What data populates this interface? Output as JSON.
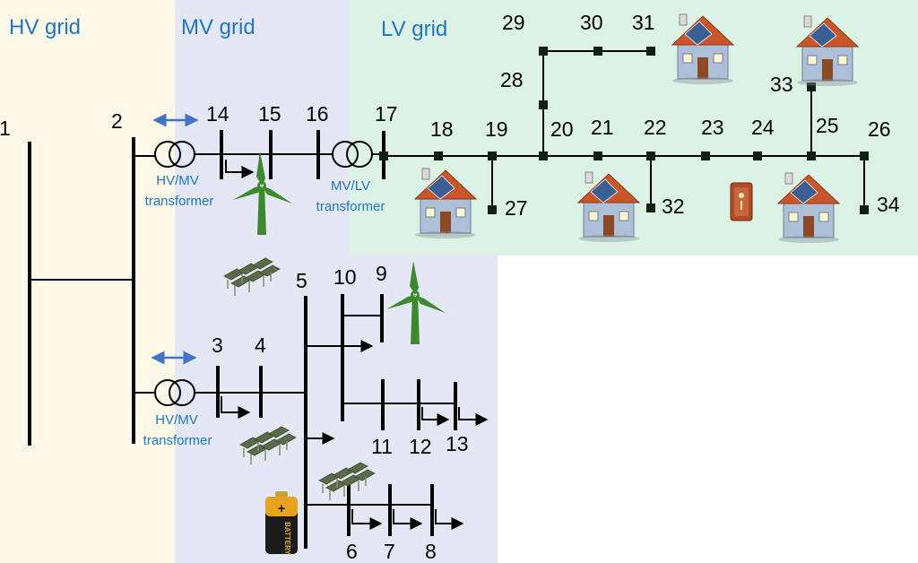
{
  "regions": {
    "hv": {
      "title": "HV grid",
      "color": "#fdf8e7"
    },
    "mv": {
      "title": "MV grid",
      "color": "#e4e8f5"
    },
    "lv": {
      "title": "LV grid",
      "color": "#dcf2e4"
    },
    "title_color": "#1f77c4"
  },
  "transformers": {
    "hv_mv_upper": {
      "line1": "HV/MV",
      "line2": "transformer"
    },
    "mv_lv": {
      "line1": "MV/LV",
      "line2": "transformer"
    },
    "hv_mv_lower": {
      "line1": "HV/MV",
      "line2": "transformer"
    }
  },
  "buses": {
    "b1": "1",
    "b2": "2",
    "b3": "3",
    "b4": "4",
    "b5": "5",
    "b6": "6",
    "b7": "7",
    "b8": "8",
    "b9": "9",
    "b10": "10",
    "b11": "11",
    "b12": "12",
    "b13": "13",
    "b14": "14",
    "b15": "15",
    "b16": "16",
    "b17": "17",
    "b18": "18",
    "b19": "19",
    "b20": "20",
    "b21": "21",
    "b22": "22",
    "b23": "23",
    "b24": "24",
    "b25": "25",
    "b26": "26",
    "b27": "27",
    "b28": "28",
    "b29": "29",
    "b30": "30",
    "b31": "31",
    "b32": "32",
    "b33": "33",
    "b34": "34"
  },
  "battery_text": "BATTERY",
  "colors": {
    "line": "#000000",
    "arrow_blue": "#4472c4",
    "turbine_green": "#3d8a2e",
    "house_roof": "#c9562a",
    "house_wall": "#aebfd8",
    "pv_panel": "#5a6b4a"
  }
}
